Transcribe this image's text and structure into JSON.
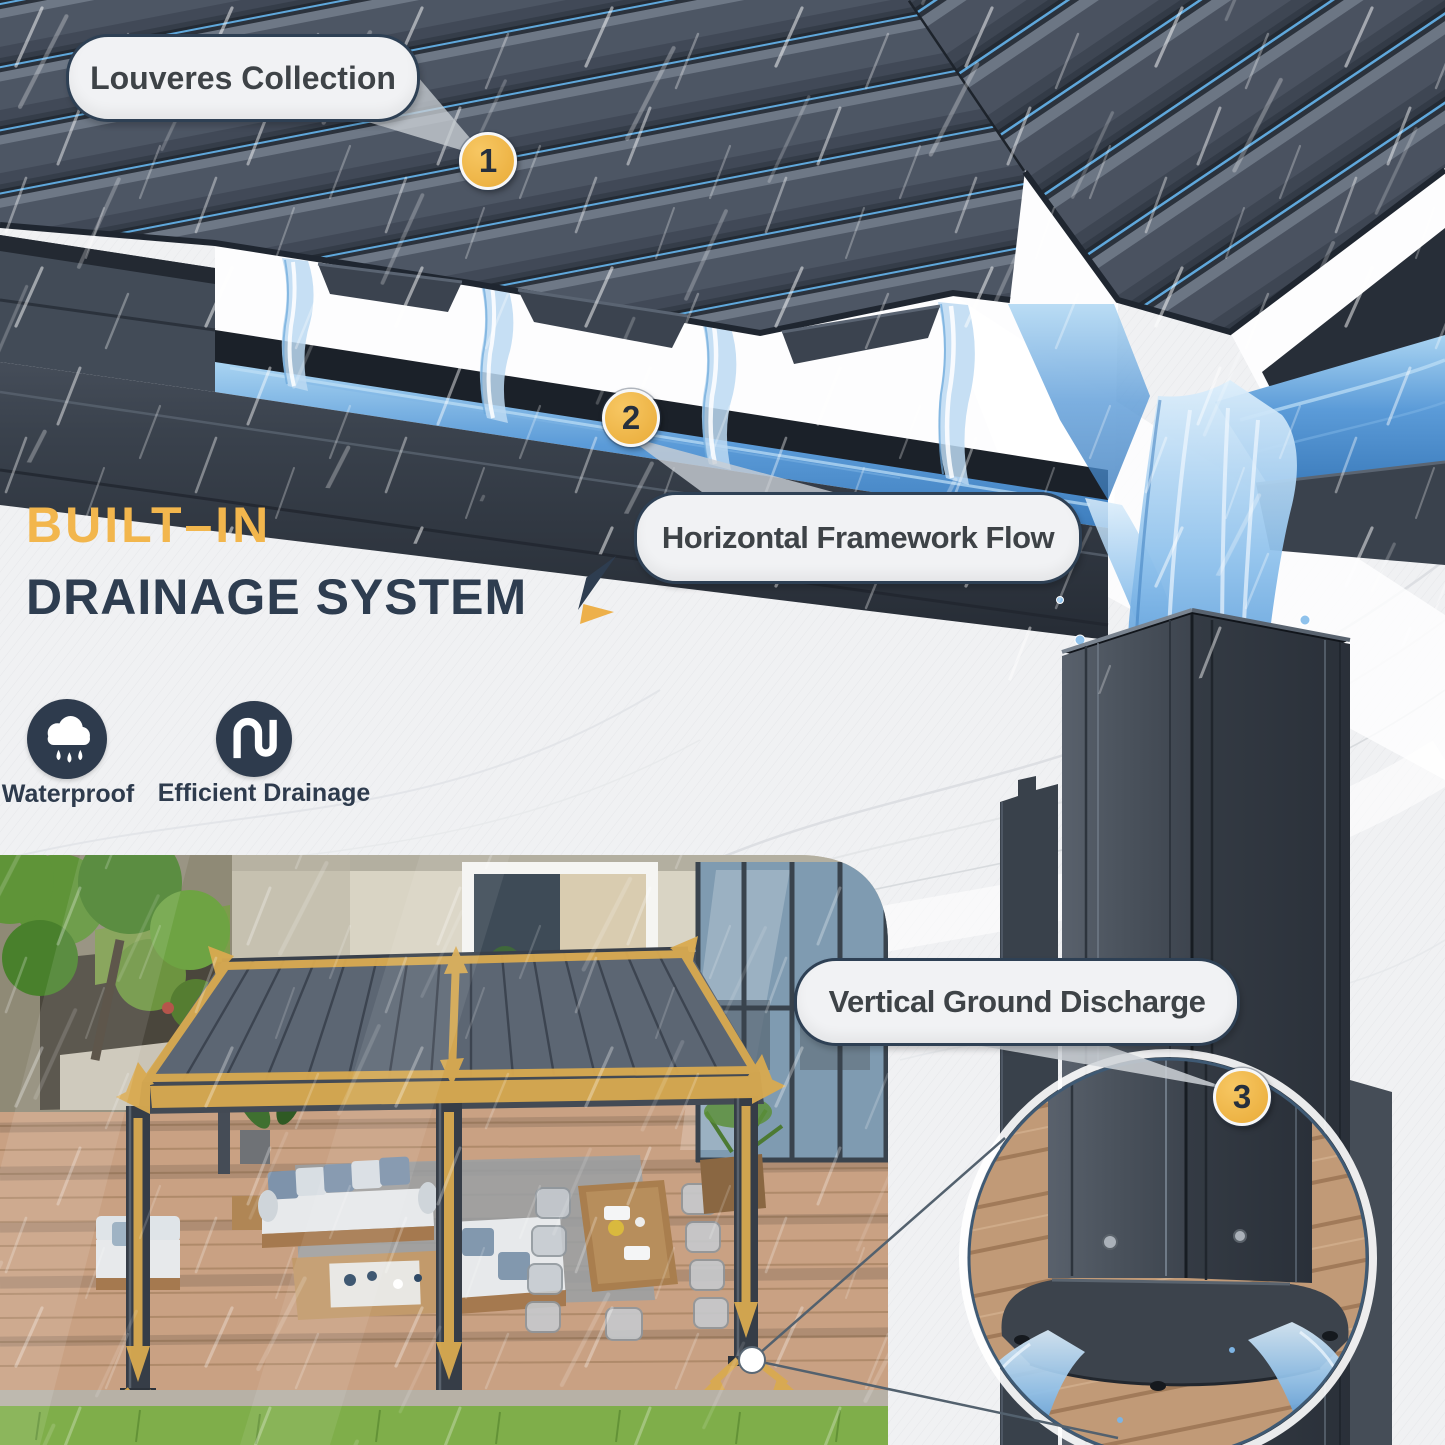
{
  "headline": {
    "line1": "BUILT–IN",
    "line2": "DRAINAGE SYSTEM"
  },
  "callouts": [
    {
      "id": "1",
      "label": "Louveres Collection"
    },
    {
      "id": "2",
      "label": "Horizontal Framework Flow"
    },
    {
      "id": "3",
      "label": "Vertical Ground Discharge"
    }
  ],
  "features": [
    {
      "icon": "rain-cloud-icon",
      "label": "Waterproof"
    },
    {
      "icon": "drain-pipe-icon",
      "label": "Efficient Drainage"
    }
  ],
  "colors": {
    "accent_yellow": "#F0B44A",
    "headline_navy": "#2E3D50",
    "pill_background": "#F1F2F4",
    "pill_border": "#2E4054",
    "pill_text": "#3E4347",
    "water_blue": "#5B9BD8",
    "roof_slate": "#4D5664",
    "post_gray": "#3A424C",
    "deck_tan": "#C9A183",
    "grass_green": "#7FAE4A",
    "arrow_gold": "#D9AA50",
    "background": "#F0F1F3"
  }
}
